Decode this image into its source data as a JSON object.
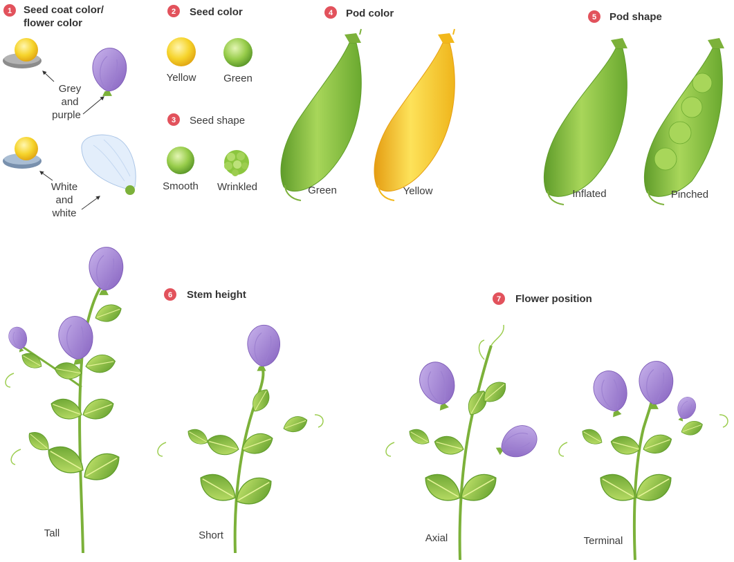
{
  "colors": {
    "badge": "#e2525c",
    "leaf_light": "#b6dc55",
    "leaf_dark": "#5f9c2a",
    "stem": "#7cb13a",
    "flower_purple": "#a98bd6",
    "flower_purple_dark": "#7d5bb7",
    "flower_white": "#e3eefb",
    "seed_yellow": "#f6d42c",
    "seed_green": "#97cc4a",
    "pod_green": "#8cc63f",
    "pod_yellow": "#f6c51c",
    "coat_grey": "#9a9a9a",
    "coat_white": "#8aa3bf"
  },
  "traits": [
    {
      "number": "1",
      "title_line1": "Seed coat color/",
      "title_line2": "flower color",
      "labels": [
        {
          "line1": "Grey",
          "line2": "and",
          "line3": "purple"
        },
        {
          "line1": "White",
          "line2": "and",
          "line3": "white"
        }
      ]
    },
    {
      "number": "2",
      "title": "Seed color",
      "labels": [
        "Yellow",
        "Green"
      ]
    },
    {
      "number": "3",
      "title": "Seed shape",
      "labels": [
        "Smooth",
        "Wrinkled"
      ]
    },
    {
      "number": "4",
      "title": "Pod color",
      "labels": [
        "Green",
        "Yellow"
      ]
    },
    {
      "number": "5",
      "title": "Pod shape",
      "labels": [
        "Inflated",
        "Pinched"
      ]
    },
    {
      "number": "6",
      "title": "Stem height",
      "labels": [
        "Tall",
        "Short"
      ]
    },
    {
      "number": "7",
      "title": "Flower position",
      "labels": [
        "Axial",
        "Terminal"
      ]
    }
  ]
}
